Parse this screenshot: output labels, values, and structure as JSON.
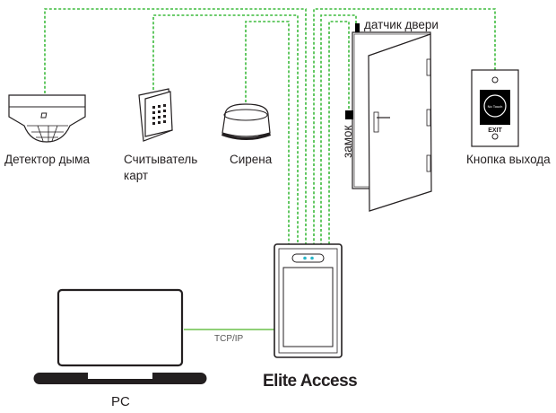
{
  "devices": {
    "smoke_detector": "Детектор дыма",
    "card_reader_line1": "Считыватель",
    "card_reader_line2": "карт",
    "siren": "Сирена",
    "door_sensor": "датчик двери",
    "lock": "замок",
    "exit_button": "Кнопка выхода",
    "exit_button_face": "No Touch",
    "exit_text": "EXIT",
    "controller": "Elite Access",
    "pc": "PC"
  },
  "connection": {
    "pc_link": "TCP/IP"
  },
  "colors": {
    "wire": "#3dbb3d",
    "outline": "#231f20",
    "indicator": "#29b6c8"
  }
}
